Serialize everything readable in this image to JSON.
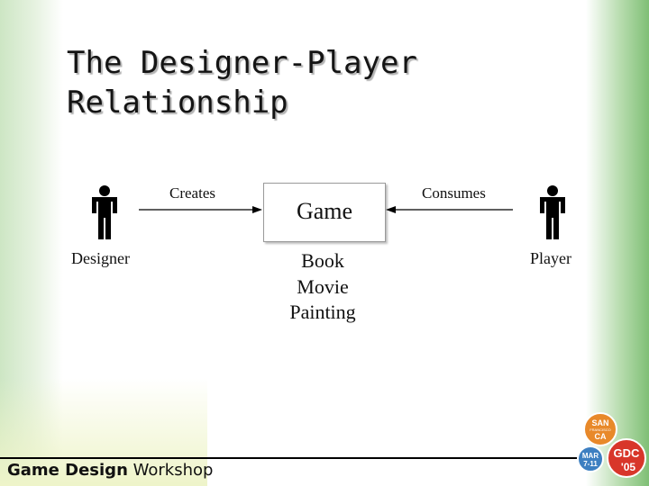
{
  "slide": {
    "title_line1": "The Designer-Player",
    "title_line2": "Relationship"
  },
  "diagram": {
    "left_person_label": "Designer",
    "right_person_label": "Player",
    "left_arrow_label": "Creates",
    "right_arrow_label": "Consumes",
    "center_box_label": "Game",
    "other_media": [
      "Book",
      "Movie",
      "Painting"
    ]
  },
  "footer": {
    "label_bold": "Game Design",
    "label_regular": " Workshop"
  },
  "badges": {
    "san": "SAN",
    "francisco": "FRANCISCO",
    "ca": "CA",
    "mar": "MAR",
    "dates": "7-11",
    "gdc": "GDC",
    "year": "'05"
  },
  "colors": {
    "right_edge": "#7fbf75",
    "badge_orange": "#e8892a",
    "badge_blue": "#3d7fc1",
    "badge_red": "#d8362a"
  }
}
